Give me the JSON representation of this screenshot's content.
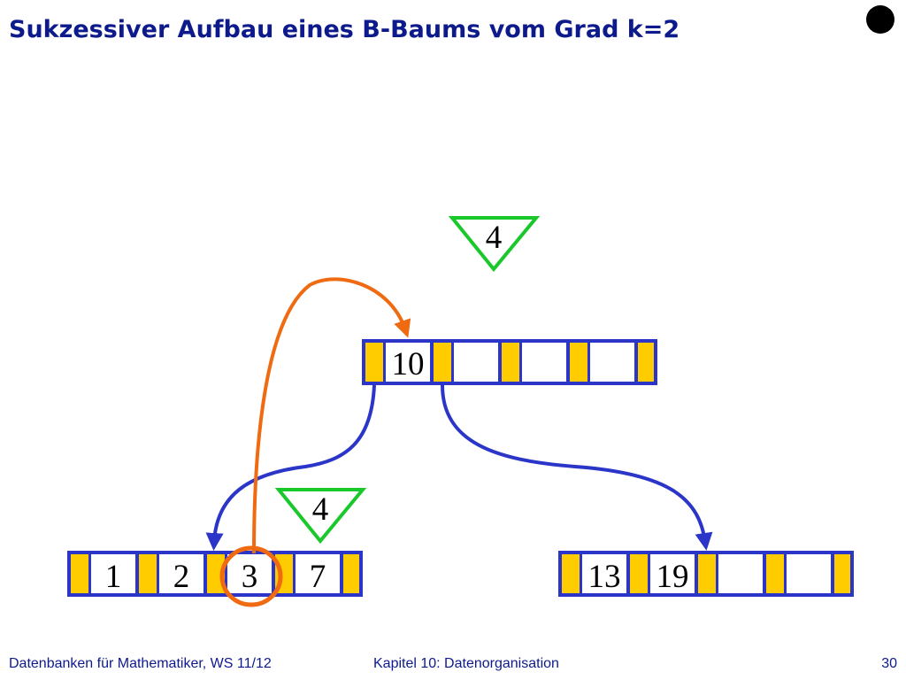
{
  "slide": {
    "title": "Sukzessiver Aufbau eines B-Baums vom Grad k=2",
    "footer_left": "Datenbanken für Mathematiker, WS 11/12",
    "footer_center": "Kapitel 10: Datenorganisation",
    "page_number": "30"
  },
  "colors": {
    "title": "#0d1a8c",
    "node_border": "#2b35c8",
    "pointer_slot": "#ffcc00",
    "insert_marker": "#19c82b",
    "arrow_orange": "#f06a12",
    "arrow_blue": "#2b35c8",
    "highlight_circle": "#f06a12"
  },
  "tree": {
    "root": {
      "keys": [
        "10",
        "",
        "",
        ""
      ]
    },
    "left_leaf": {
      "keys": [
        "1",
        "2",
        "3",
        "7"
      ]
    },
    "right_leaf": {
      "keys": [
        "13",
        "19",
        "",
        ""
      ]
    }
  },
  "insert_markers": {
    "top": "4",
    "bottom": "4"
  }
}
